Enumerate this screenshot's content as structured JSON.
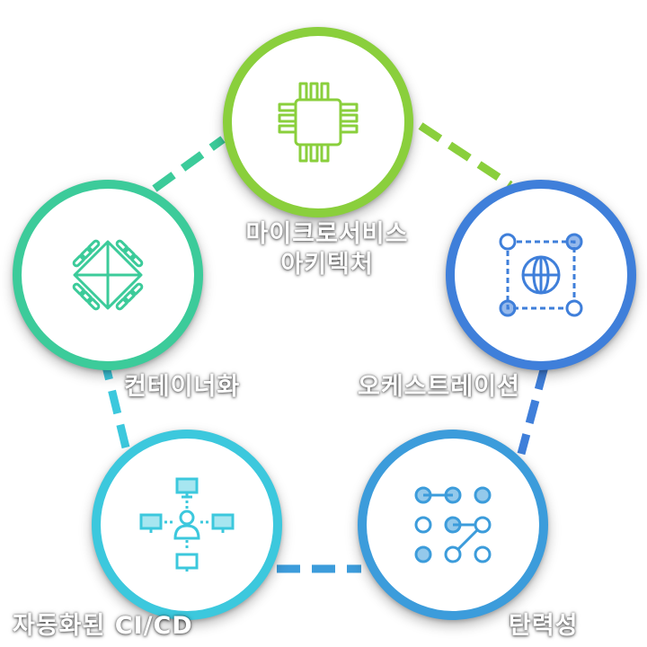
{
  "diagram": {
    "nodes": [
      {
        "id": "microservices",
        "label_lines": [
          "마이크로서비스",
          "아키텍처"
        ],
        "color": "#8ACF3C",
        "icon": "microchip-icon"
      },
      {
        "id": "orchestration",
        "label_lines": [
          "오케스트레이션"
        ],
        "color": "#3F7FDA",
        "icon": "network-globe-icon"
      },
      {
        "id": "resilience",
        "label_lines": [
          "탄력성"
        ],
        "color": "#3C9CDB",
        "icon": "node-grid-icon"
      },
      {
        "id": "cicd",
        "label_lines": [
          "자동화된 CI/CD"
        ],
        "color": "#3CC8DD",
        "icon": "connected-users-icon"
      },
      {
        "id": "containerization",
        "label_lines": [
          "컨테이너화"
        ],
        "color": "#3CCB9A",
        "icon": "container-icon"
      }
    ],
    "connector_colors": {
      "microservices_orchestration": "#8ACF3C",
      "orchestration_resilience": "#3F7FDA",
      "resilience_cicd": "#3C9CDB",
      "cicd_containerization": "#3CC8DD",
      "containerization_microservices": "#3CCB9A"
    }
  }
}
